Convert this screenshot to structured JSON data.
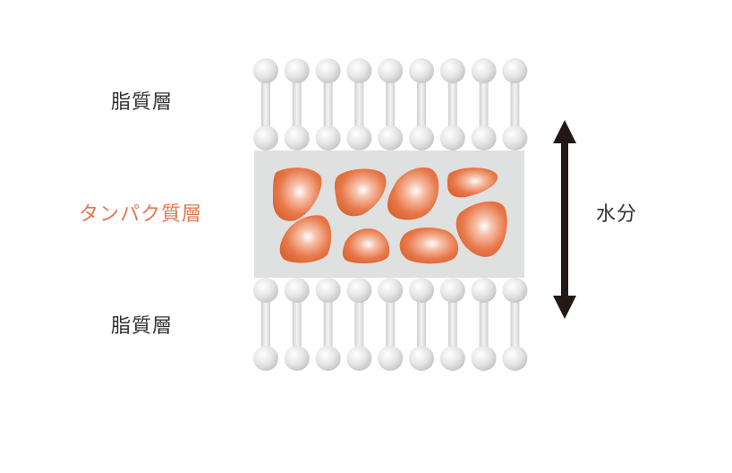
{
  "labels": {
    "lipid_top": "脂質層",
    "protein": "タンパク質層",
    "lipid_bottom": "脂質層",
    "water": "水分"
  },
  "colors": {
    "text_dark": "#333333",
    "text_accent": "#e07a4e",
    "protein_layer_bg": "#dfe0e0",
    "protein_blob": "#e06a3c",
    "lipid_head": "#d8d8d8",
    "arrow": "#231815"
  },
  "lipid": {
    "heads_per_row": 9
  }
}
